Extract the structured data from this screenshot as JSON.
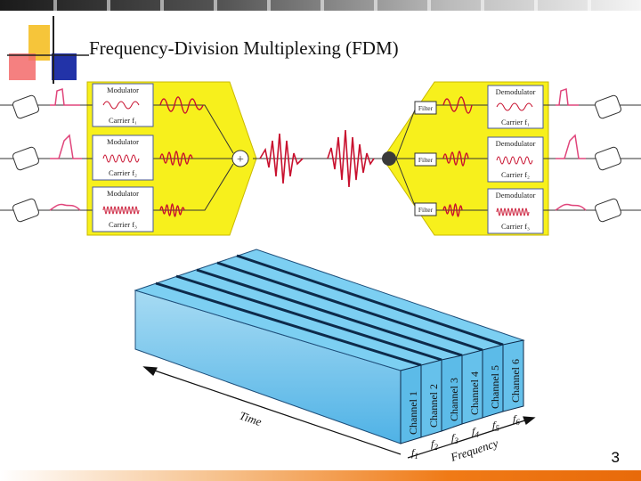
{
  "slide": {
    "title": "Frequency-Division Multiplexing (FDM)",
    "page_number": "3"
  },
  "colors": {
    "yellow_panel": "#f7f01c",
    "wave_red": "#c8102e",
    "box_border": "#4a5a9a",
    "channel_blue": "#4fb2e6",
    "channel_top": "#7ccff2",
    "accent_orange": "#f07a16"
  },
  "fdm": {
    "modulators": [
      {
        "label": "Modulator",
        "carrier": "Carrier f₁"
      },
      {
        "label": "Modulator",
        "carrier": "Carrier f₂"
      },
      {
        "label": "Modulator",
        "carrier": "Carrier f₃"
      }
    ],
    "filter_label": "Filter",
    "demodulators": [
      {
        "label": "Demodulator",
        "carrier": "Carrier f₁"
      },
      {
        "label": "Demodulator",
        "carrier": "Carrier f₂"
      },
      {
        "label": "Demodulator",
        "carrier": "Carrier f₃"
      }
    ],
    "adder_symbol": "+",
    "phone_icon": "telephone-icon"
  },
  "channels": {
    "labels": [
      "Channel 1",
      "Channel 2",
      "Channel 3",
      "Channel 4",
      "Channel 5",
      "Channel 6"
    ],
    "frequency_labels": [
      "f",
      "f",
      "f",
      "f",
      "f",
      "f"
    ],
    "frequency_subscripts": [
      "1",
      "2",
      "3",
      "4",
      "5",
      "6"
    ],
    "time_axis_label": "Time",
    "frequency_axis_label": "Frequency"
  }
}
